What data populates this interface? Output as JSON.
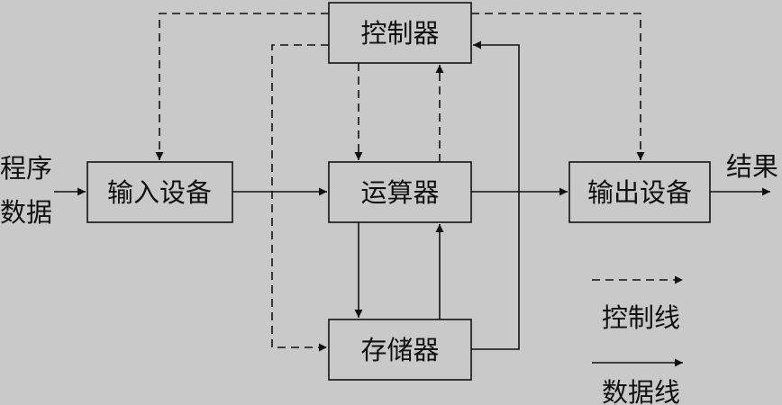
{
  "blocks": {
    "controller": "控制器",
    "input_device": "输入设备",
    "alu": "运算器",
    "output_device": "输出设备",
    "memory": "存储器"
  },
  "inputs": {
    "line1": "程序",
    "line2": "数据"
  },
  "output": "结果",
  "legend": {
    "control_line": "控制线",
    "data_line": "数据线"
  }
}
